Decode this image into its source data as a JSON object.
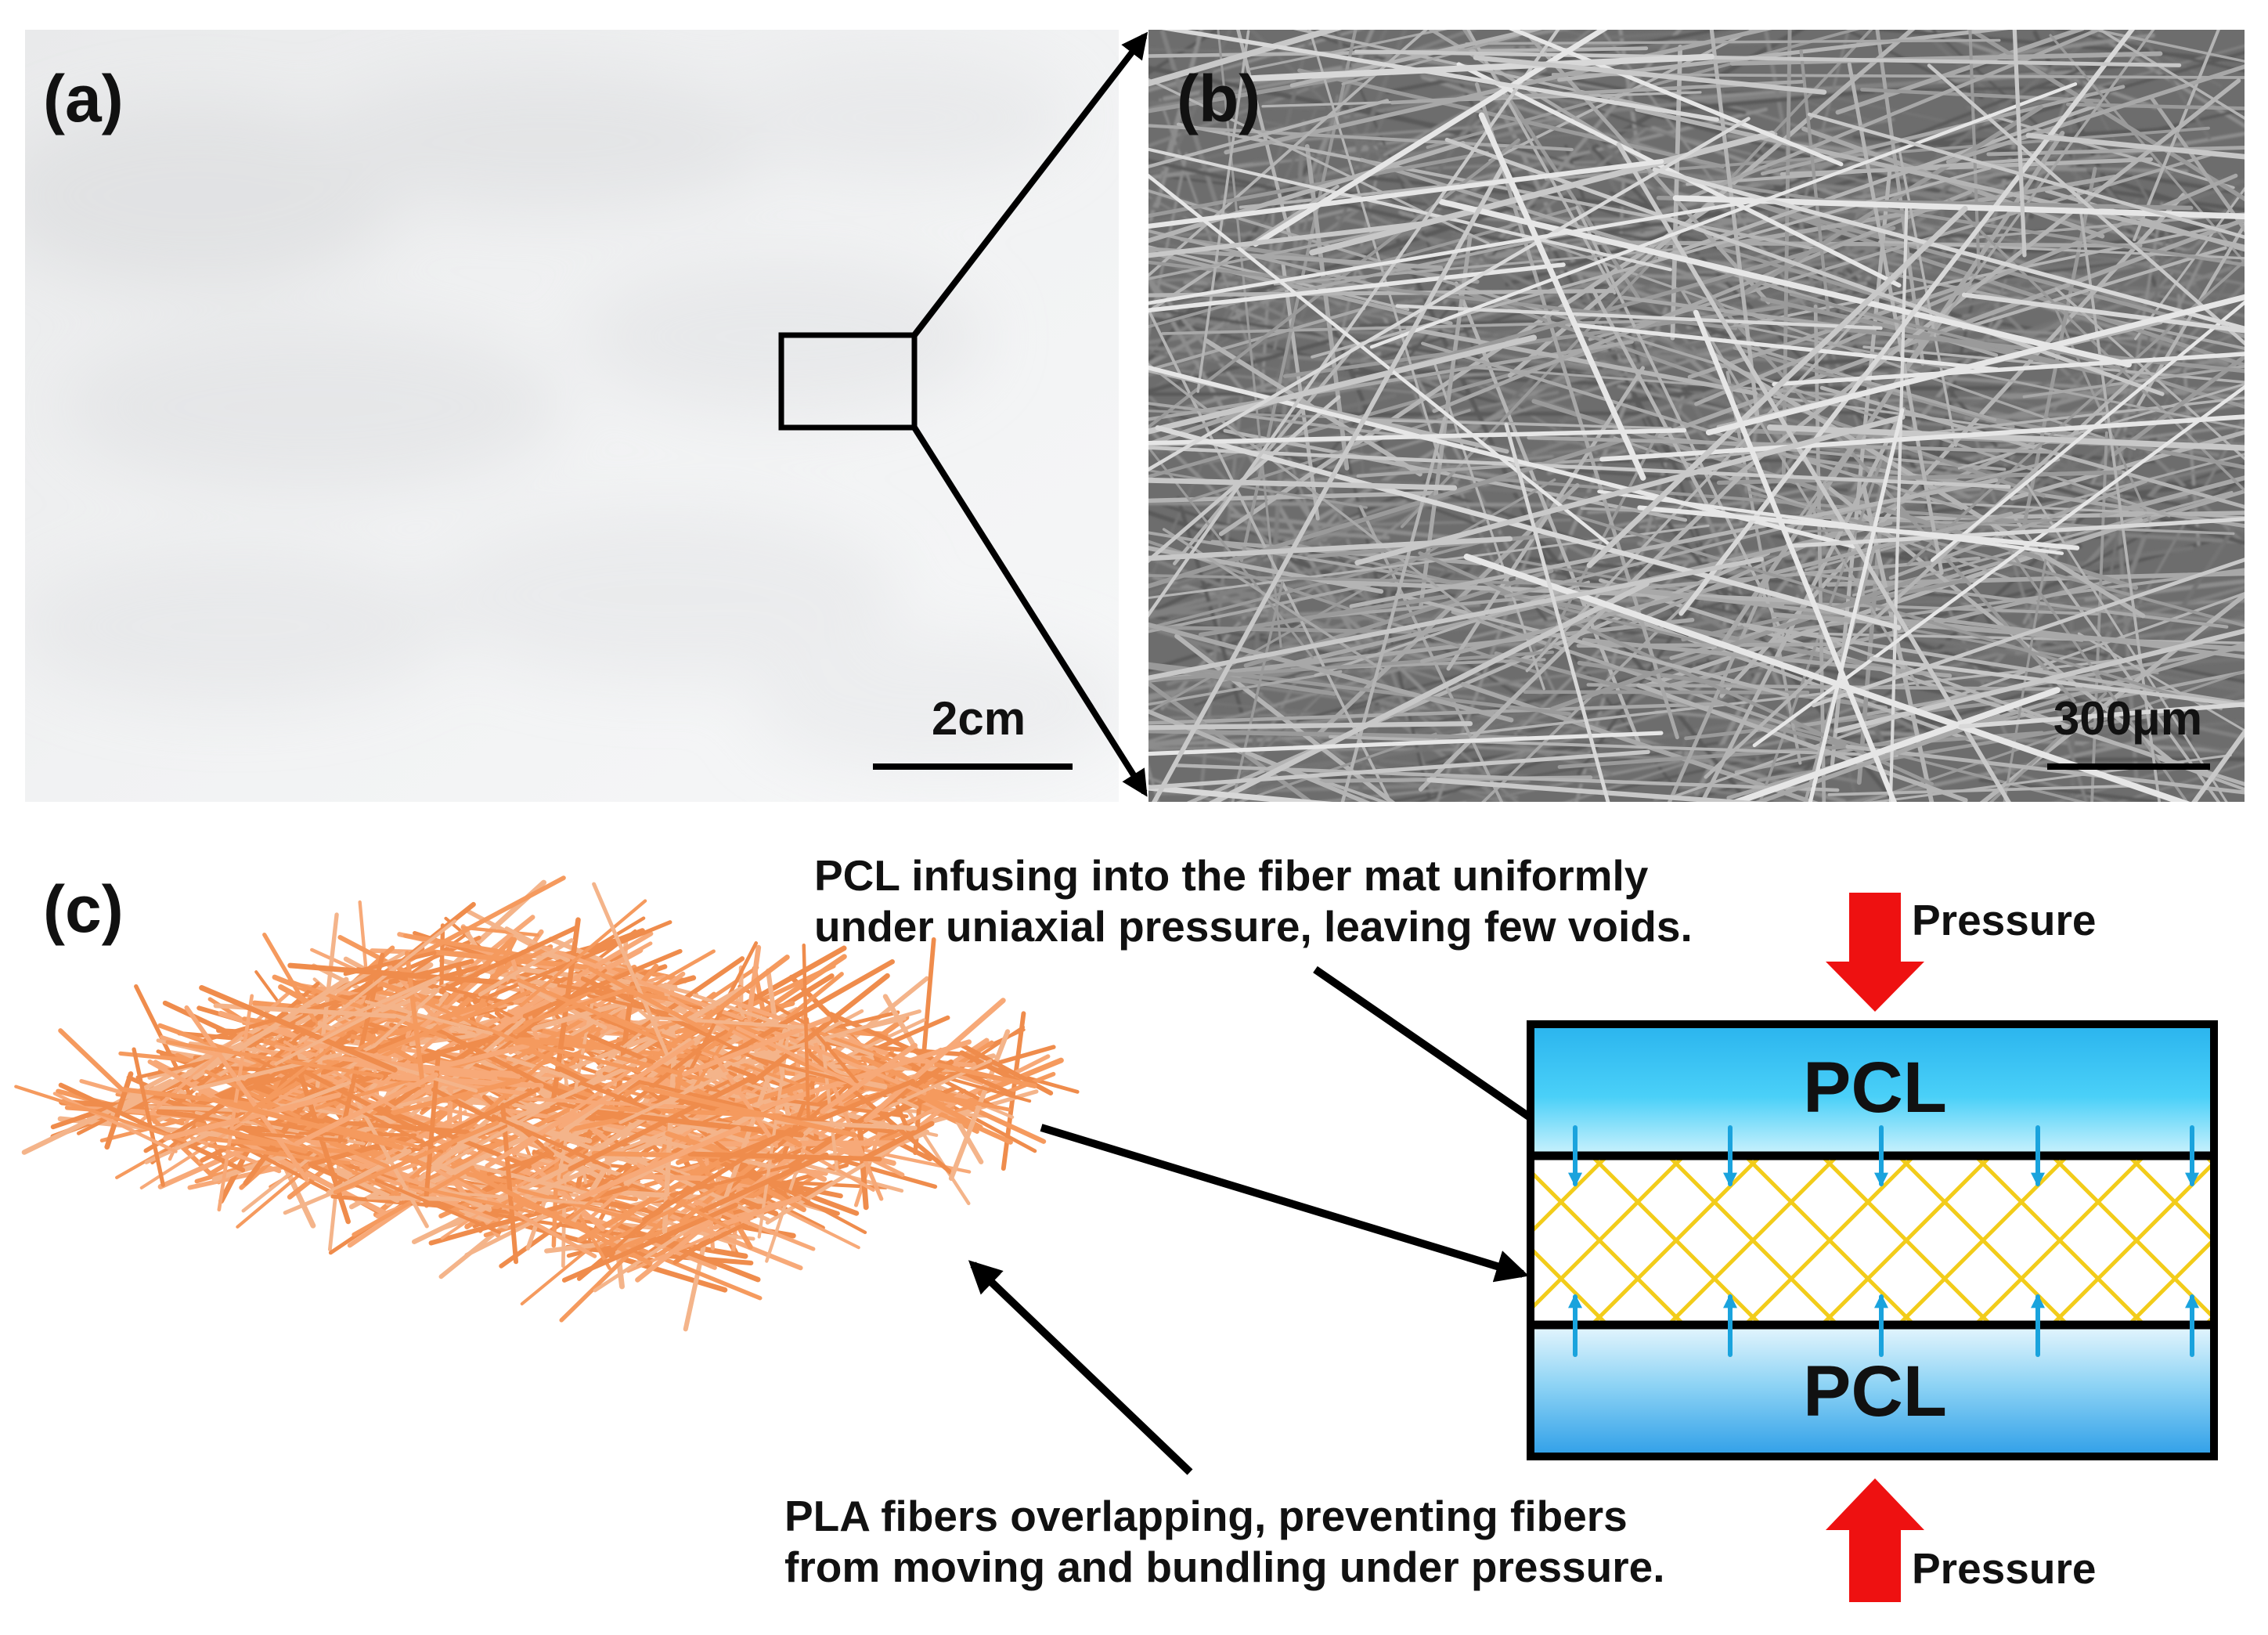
{
  "panels": {
    "a": {
      "label": "(a)",
      "scale_text": "2cm"
    },
    "b": {
      "label": "(b)",
      "scale_text": "300μm"
    },
    "c": {
      "label": "(c)"
    }
  },
  "annotations": {
    "pcl_infusing": [
      "PCL infusing into the fiber mat uniformly",
      "under uniaxial pressure, leaving few voids."
    ],
    "pla_overlap": [
      "PLA fibers overlapping, preventing fibers",
      "from moving and bundling under pressure."
    ]
  },
  "layers": {
    "top": "PCL",
    "bottom": "PCL"
  },
  "pressure": {
    "top": "Pressure",
    "bottom": "Pressure"
  },
  "colors": {
    "pcl_top": "#1ec8f5",
    "pcl_bottom": "#2ea6ea",
    "fiber_grid": "#f2cc1a",
    "small_arrow": "#1aa3dd",
    "pressure_arrow": "#ee1111",
    "pla_fiber": "#f59a5e"
  }
}
